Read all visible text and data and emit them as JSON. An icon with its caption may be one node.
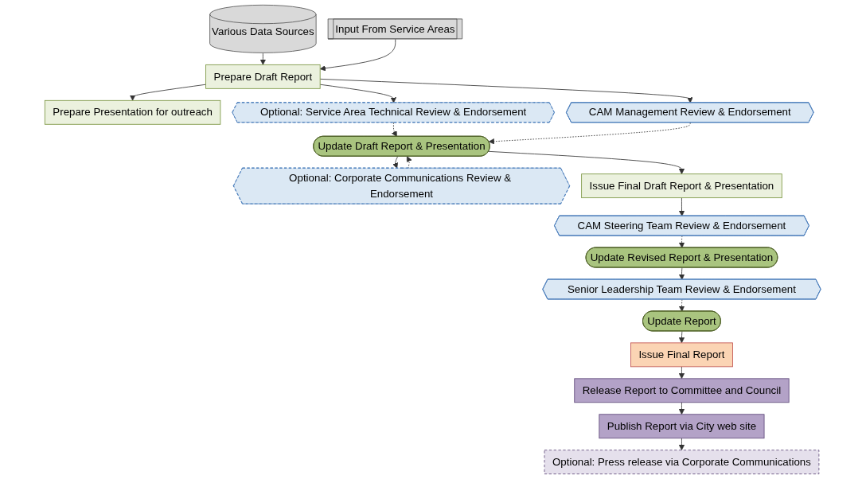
{
  "diagram": {
    "nodes": [
      {
        "text": [
          "Various Data Sources"
        ]
      },
      {
        "text": [
          "Input From Service Areas"
        ]
      },
      {
        "text": [
          "Prepare Draft Report"
        ]
      },
      {
        "text": [
          "Prepare Presentation for outreach"
        ]
      },
      {
        "text": [
          "Optional: Service Area Technical Review & Endorsement"
        ]
      },
      {
        "text": [
          "CAM Management Review & Endorsement"
        ]
      },
      {
        "text": [
          "Optional: Corporate Communications Review & Endorsement"
        ]
      },
      {
        "text": [
          "Update Draft Report & Presentation"
        ]
      },
      {
        "text": [
          "Issue Final Draft Report & Presentation"
        ]
      },
      {
        "text": [
          "CAM Steering Team Review & Endorsement"
        ]
      },
      {
        "text": [
          "Update Revised Report & Presentation"
        ]
      },
      {
        "text": [
          "Senior Leadership Team Review & Endorsement"
        ]
      },
      {
        "text": [
          "Update Report"
        ]
      },
      {
        "text": [
          "Issue Final Report"
        ]
      },
      {
        "text": [
          "Release Report to Committee and Council"
        ]
      },
      {
        "text": [
          "Publish Report via City web site"
        ]
      },
      {
        "text": [
          "Optional: Press release via Corporate Communications"
        ]
      }
    ],
    "edges": [
      {
        "from": 0,
        "to": 2,
        "arrow": "to"
      },
      {
        "from": 1,
        "to": 2,
        "arrow": "to"
      },
      {
        "from": 2,
        "to": 3,
        "arrow": "to"
      },
      {
        "from": 2,
        "to": 4,
        "arrow": "to"
      },
      {
        "from": 2,
        "to": 5,
        "arrow": "to"
      },
      {
        "from": 4,
        "to": 7,
        "arrow": "to",
        "style": "dashed"
      },
      {
        "from": 5,
        "to": 7,
        "arrow": "to",
        "style": "dashed"
      },
      {
        "from": 7,
        "to": 6,
        "arrow": "to"
      },
      {
        "from": 6,
        "to": 7,
        "arrow": "to",
        "style": "dashed"
      },
      {
        "from": 7,
        "to": 8,
        "arrow": "to"
      },
      {
        "from": 8,
        "to": 9,
        "arrow": "to"
      },
      {
        "from": 9,
        "to": 10,
        "arrow": "to",
        "style": "dashed"
      },
      {
        "from": 10,
        "to": 11,
        "arrow": "to"
      },
      {
        "from": 11,
        "to": 12,
        "arrow": "to",
        "style": "dashed"
      },
      {
        "from": 12,
        "to": 13,
        "arrow": "to"
      },
      {
        "from": 13,
        "to": 14,
        "arrow": "to"
      },
      {
        "from": 14,
        "to": 15,
        "arrow": "to"
      },
      {
        "from": 15,
        "to": 16,
        "arrow": "to"
      }
    ]
  }
}
